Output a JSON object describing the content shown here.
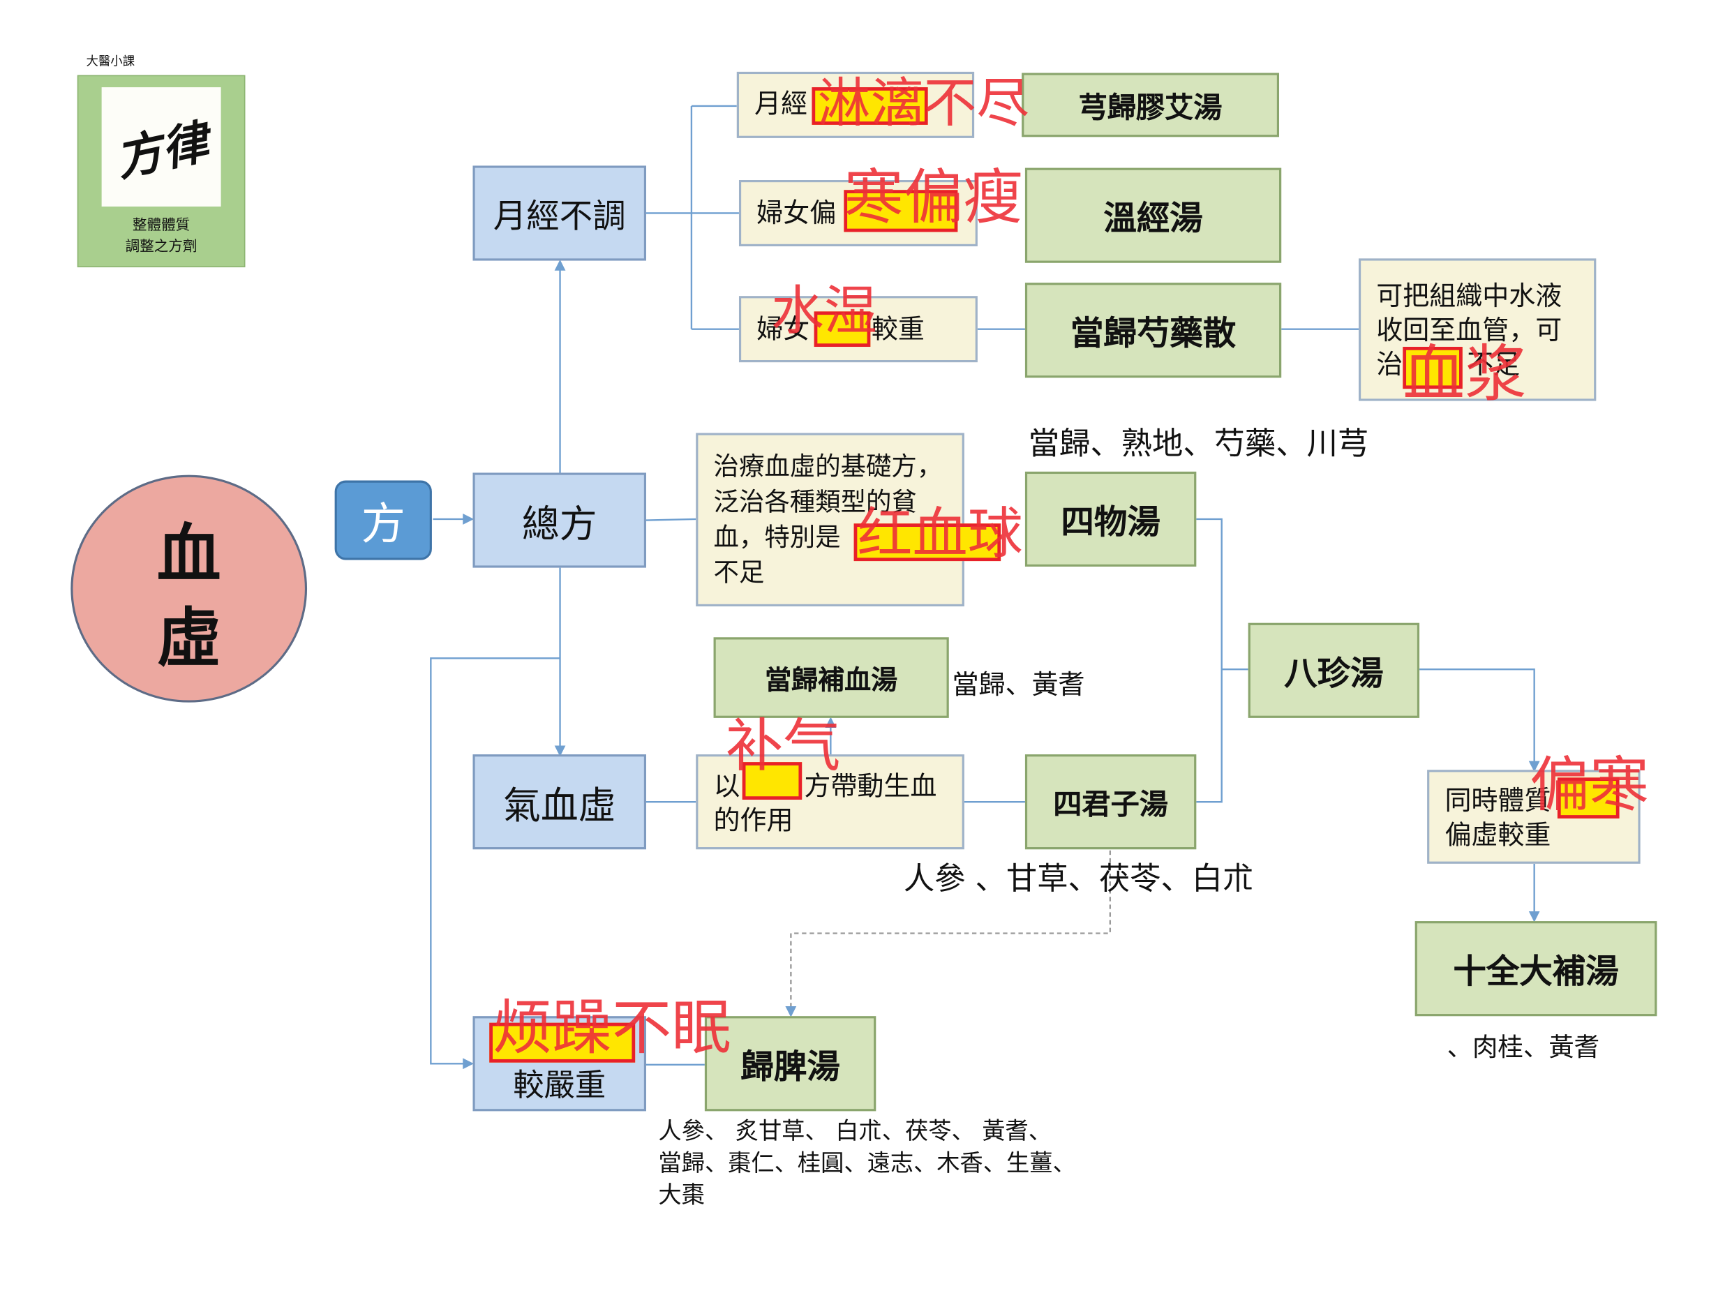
{
  "logo": {
    "caption": "大醫小課",
    "calligraphy": "方律",
    "line1": "整體體質",
    "line2": "調整之方劑"
  },
  "center": {
    "line1": "血",
    "line2": "虛"
  },
  "fang_label": "方",
  "nodes": {
    "yuejing_butiao": "月經不調",
    "zong_fang": "總方",
    "qixue_xu": "氣血虛",
    "jiao_yanzhong": "較嚴重"
  },
  "descriptions": {
    "linli_prefix": "月經",
    "pian_prefix": "婦女偏",
    "shui_before": "婦女",
    "shui_after": "較重",
    "tissue_line1": "可把組織中水液",
    "tissue_line2": "收回至血管，可",
    "tissue_line3_a": "治",
    "tissue_line3_b": "不足",
    "base_line1": "治療血虛的基礎方，",
    "base_line2": "泛治各種類型的貧",
    "base_line3": "血，特別是",
    "base_line4": "不足",
    "qi_line1_a": "以",
    "qi_line1_b": "方帶動生血",
    "qi_line2": "的作用",
    "tongshi_line1": "同時體質",
    "tongshi_line2": "偏虛較重"
  },
  "formulas": {
    "xiongui_jiaoai": "芎歸膠艾湯",
    "wenjing": "溫經湯",
    "danggui_shaoyao": "當歸芍藥散",
    "siwu": "四物湯",
    "danggui_buxue": "當歸補血湯",
    "bazhen": "八珍湯",
    "sijunzi": "四君子湯",
    "shiquan_dabu": "十全大補湯",
    "guipi": "歸脾湯"
  },
  "herbs": {
    "siwu": "當歸、熟地、芍藥、川芎",
    "danggui_buxue": "當歸、黃耆",
    "sijunzi": "人參 、甘草、茯苓、白朮",
    "shiquan": "、肉桂、黃耆",
    "guipi_line1": "人參、 炙甘草、 白朮、茯苓、 黃耆、",
    "guipi_line2": "當歸、棗仁、桂圓、遠志、木香、生薑、",
    "guipi_line3": "大棗"
  },
  "annotations": {
    "linli": "淋漓不尽",
    "hanpianshou": "寒偏瘦",
    "shuishi": "水湿",
    "xuejiang": "血浆",
    "hongxueqiu": "红血球",
    "buqi": "补气",
    "pianhan": "偏寒",
    "fanzao": "烦躁不眠"
  },
  "colors": {
    "blue_box": "#c5d9f1",
    "green_box": "#d6e4bc",
    "cream_box": "#f7f3da",
    "circle": "#eca8a0",
    "fang": "#5b9bd5",
    "connector": "#6f9fd0",
    "annotation_red": "#ee3038",
    "highlight_yellow": "#ffe600"
  }
}
